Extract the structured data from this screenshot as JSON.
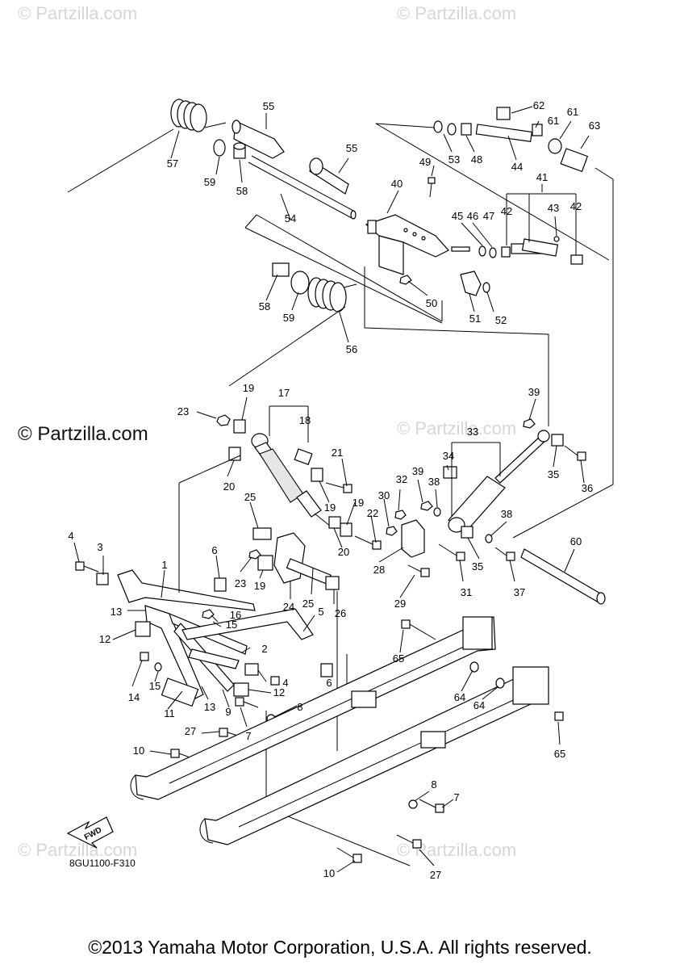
{
  "watermarks": {
    "top_left": "© Partzilla.com",
    "top_right": "© Partzilla.com",
    "middle_left": "© Partzilla.com",
    "middle_right": "© Partzilla.com",
    "bottom_left": "© Partzilla.com",
    "bottom_right": "© Partzilla.com"
  },
  "diagram_code": "8GU1100-F310",
  "fwd_label": "FWD",
  "copyright": "©2013 Yamaha Motor Corporation, U.S.A. All rights reserved.",
  "callouts": [
    "1",
    "2",
    "3",
    "4",
    "5",
    "6",
    "7",
    "8",
    "9",
    "10",
    "11",
    "12",
    "13",
    "14",
    "15",
    "16",
    "17",
    "18",
    "19",
    "20",
    "21",
    "22",
    "23",
    "24",
    "25",
    "26",
    "27",
    "28",
    "29",
    "30",
    "31",
    "32",
    "33",
    "34",
    "35",
    "36",
    "37",
    "38",
    "39",
    "40",
    "41",
    "42",
    "43",
    "44",
    "45",
    "46",
    "47",
    "48",
    "49",
    "50",
    "51",
    "52",
    "53",
    "54",
    "55",
    "56",
    "57",
    "58",
    "59",
    "60",
    "61",
    "62",
    "63",
    "64",
    "65"
  ]
}
